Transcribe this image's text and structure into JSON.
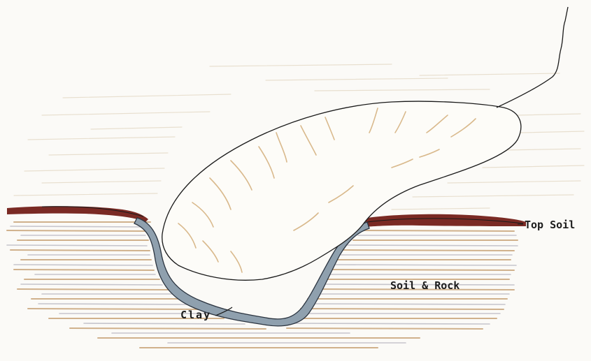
{
  "labels": {
    "top_soil": "Top Soil",
    "soil_rock": "Soil & Rock",
    "clay": "Clay"
  },
  "colors": {
    "paper": "#fbfaf7",
    "top_soil": "#7a2a24",
    "clay": "#8fa0ae",
    "clay_edge": "#2b3440",
    "soil_hatch_tan": "#c9a57a",
    "soil_hatch_grey": "#b9b8c2",
    "sky_hatch": "#e2d7c2",
    "boulder_fill": "#fdfcf8",
    "boulder_outline": "#1a1a1a",
    "boulder_hatch": "#d9b98c"
  }
}
